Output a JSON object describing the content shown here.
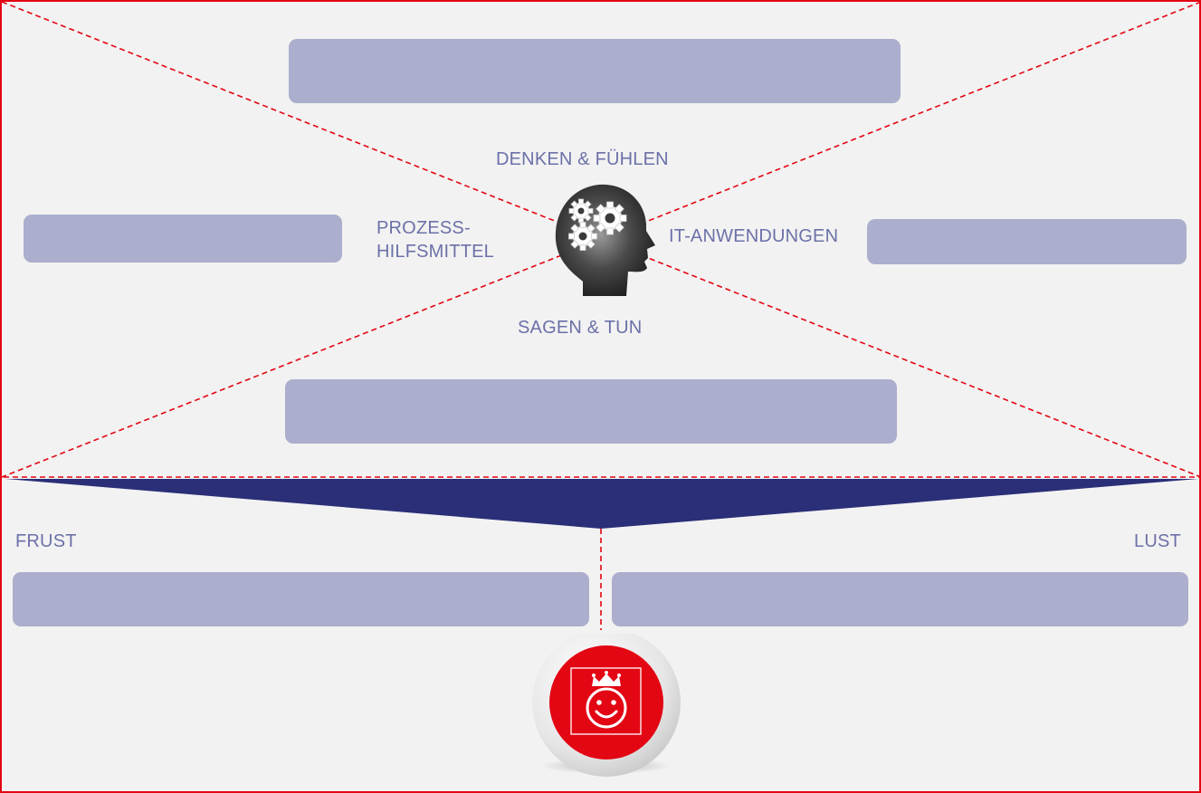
{
  "labels": {
    "top": "DENKEN & FÜHLEN",
    "left": "PROZESS-\nHILFSMITTEL",
    "right": "IT-ANWENDUNGEN",
    "bottom": "SAGEN & TUN",
    "frust": "FRUST",
    "lust": "LUST"
  },
  "colors": {
    "frame": "#e30613",
    "box": "#abaecc",
    "label": "#6c71a8",
    "funnel": "#2b2f78",
    "badge_red": "#e30613"
  },
  "icons": {
    "head": "head-with-gears-icon",
    "badge": "smiley-king-icon"
  }
}
